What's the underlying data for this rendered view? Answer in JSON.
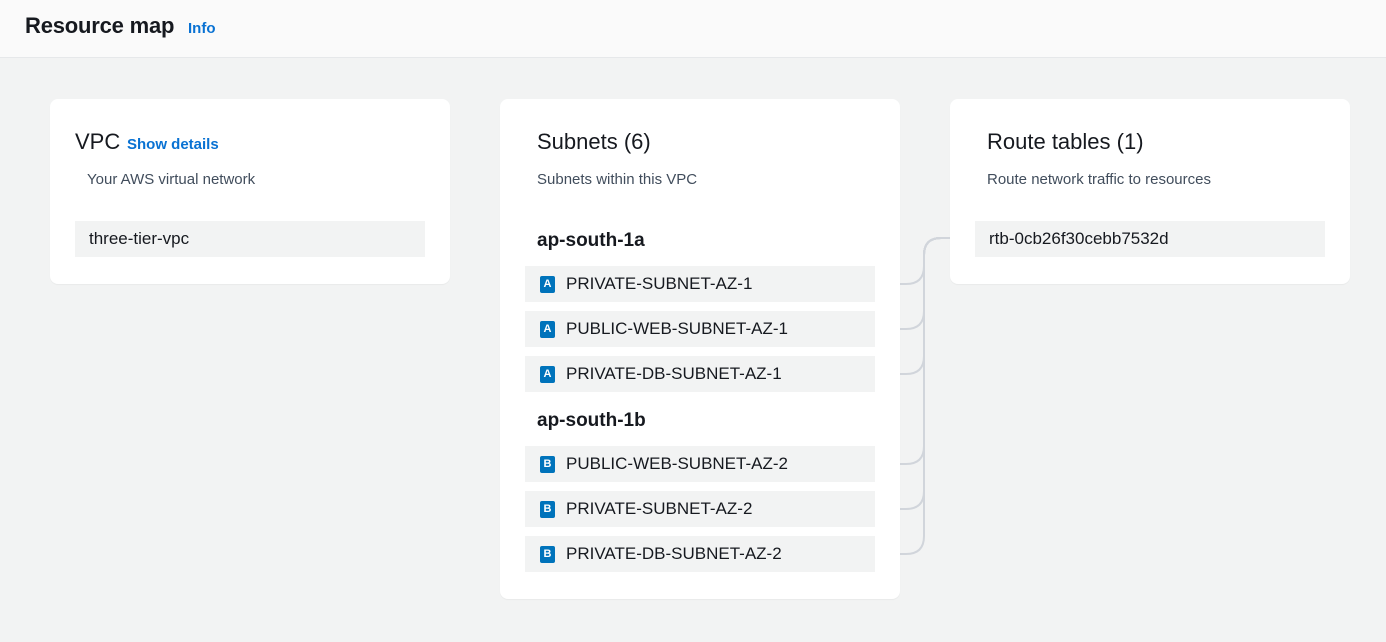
{
  "header": {
    "title": "Resource map",
    "info_link": "Info"
  },
  "vpc": {
    "title": "VPC",
    "show_details": "Show details",
    "subtitle": "Your AWS virtual network",
    "name": "three-tier-vpc"
  },
  "subnets": {
    "title": "Subnets (6)",
    "subtitle": "Subnets within this VPC",
    "groups": [
      {
        "az": "ap-south-1a",
        "items": [
          {
            "badge": "A",
            "name": "PRIVATE-SUBNET-AZ-1"
          },
          {
            "badge": "A",
            "name": "PUBLIC-WEB-SUBNET-AZ-1"
          },
          {
            "badge": "A",
            "name": "PRIVATE-DB-SUBNET-AZ-1"
          }
        ]
      },
      {
        "az": "ap-south-1b",
        "items": [
          {
            "badge": "B",
            "name": "PUBLIC-WEB-SUBNET-AZ-2"
          },
          {
            "badge": "B",
            "name": "PRIVATE-SUBNET-AZ-2"
          },
          {
            "badge": "B",
            "name": "PRIVATE-DB-SUBNET-AZ-2"
          }
        ]
      }
    ]
  },
  "route_tables": {
    "title": "Route tables (1)",
    "subtitle": "Route network traffic to resources",
    "items": [
      "rtb-0cb26f30cebb7532d"
    ]
  },
  "colors": {
    "background": "#f2f3f3",
    "link": "#0972d3",
    "az_badge": "#0073bb",
    "connector": "#d1d5db"
  }
}
